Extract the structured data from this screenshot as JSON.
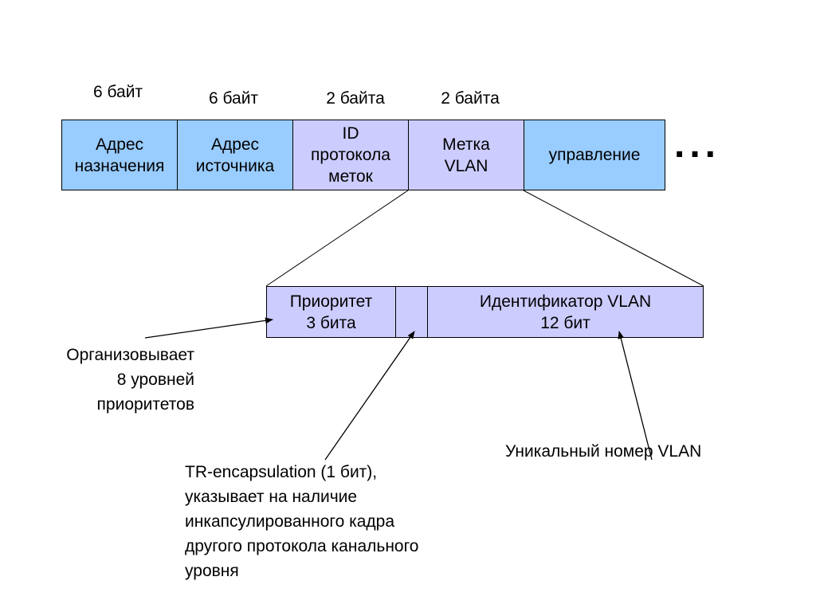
{
  "colors": {
    "field_blue": "#99ccff",
    "field_lavender": "#ccccff",
    "line": "#000000"
  },
  "frame": {
    "sizes": [
      "6 байт",
      "6 байт",
      "2 байта",
      "2 байта"
    ],
    "fields": [
      {
        "label": "Адрес\nназначения",
        "color": "#99ccff"
      },
      {
        "label": "Адрес\nисточника",
        "color": "#99ccff"
      },
      {
        "label": "ID\nпротокола\nметок",
        "color": "#ccccff"
      },
      {
        "label": "Метка\nVLAN",
        "color": "#ccccff"
      },
      {
        "label": "управление",
        "color": "#99ccff"
      }
    ],
    "ellipsis": "..."
  },
  "tag": {
    "priority": "Приоритет\n3 бита",
    "tr_bit": "",
    "vlan_id": "Идентификатор VLAN\n12 бит"
  },
  "notes": {
    "priority": "Организовывает\n8 уровней\nприоритетов",
    "tr": "TR-encapsulation (1 бит),\nуказывает на  наличие\nинкапсулированного кадра\nдругого протокола канального\nуровня",
    "vlan": "Уникальный номер VLAN"
  }
}
